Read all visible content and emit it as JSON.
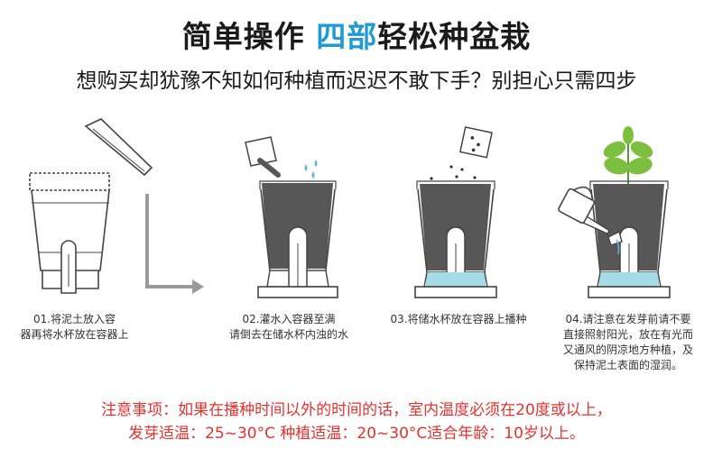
{
  "title": {
    "part1": "简单操作",
    "highlight": "四部",
    "part2": "轻松种盆栽"
  },
  "subtitle": "想购买却犹豫不知如何种植而迟迟不敢下手？别担心只需四步",
  "steps": [
    {
      "line1": "01.将泥土放入容",
      "line2": "器再将水杯放在容器上"
    },
    {
      "line1": "02.灌水入容器至满",
      "line2": "请倒去在储水杯内浊的水"
    },
    {
      "line1": "03.将储水杯放在容器上播种"
    },
    {
      "line1": "04.请注意在发芽前请不要",
      "line2": "直接照射阳光，放在有光而",
      "line3": "又通风的阴凉地方种植，及",
      "line4": "保持泥土表面的湿润。"
    }
  ],
  "notes": {
    "line1": "注意事项：如果在播种时间以外的时间的话，室内温度必须在20度或以上，",
    "line2": "发芽适温：25~30°C 种植适温：20~30°C适合年龄：10岁以上。"
  },
  "colors": {
    "accent": "#1f9ad3",
    "warning": "#e6312d",
    "soil": "#575757",
    "water": "#a6dbe8",
    "leaf": "#7dbf3f"
  },
  "icons": [
    "lid-icon",
    "arrow-icon",
    "seed-packet-icon",
    "water-drop-icon",
    "watering-can-icon",
    "sprout-icon"
  ]
}
